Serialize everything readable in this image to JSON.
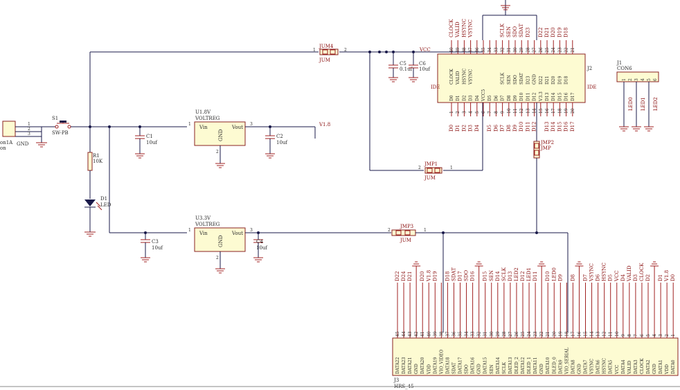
{
  "ide_top_labels": [
    "CLOCK",
    "VALID",
    "HSYNC",
    "VSYNC",
    "",
    "",
    "",
    "",
    "SCLK",
    "SEN",
    "SDO",
    "SDAT",
    "D23",
    "",
    "D22",
    "D21",
    "D20",
    "D19",
    "D18"
  ],
  "ide_top_numbers": [
    "40",
    "39",
    "38",
    "37",
    "36",
    "35",
    "34",
    "33",
    "32",
    "31",
    "30",
    "29",
    "28",
    "27",
    "26",
    "25",
    "24",
    "23",
    "22",
    "21"
  ],
  "ide_inner_top": [
    "CLOCK",
    "VALID",
    "HSYNC",
    "VSYNC",
    "",
    "",
    "",
    "",
    "SCLK",
    "SEN",
    "SDO",
    "SDAT",
    "D23",
    "GND",
    "D22",
    "D21",
    "D20",
    "D19",
    "D18"
  ],
  "ide_inner_bottom": [
    "D0",
    "D1",
    "D2",
    "D3",
    "D4",
    "VCC5",
    "D5",
    "D6",
    "D7",
    "D8",
    "D9",
    "D10",
    "D11",
    "D12",
    "V3.3",
    "D13",
    "D14",
    "D15",
    "D16",
    "D17"
  ],
  "ide_bottom_labels": [
    "D0",
    "D1",
    "D2",
    "D3",
    "D4",
    "",
    "D5",
    "D6",
    "D7",
    "D8",
    "D9",
    "D10",
    "D11",
    "D12",
    "",
    "D13",
    "D14",
    "D15",
    "D16",
    "D17"
  ],
  "ide_bottom_numbers": [
    "1",
    "2",
    "3",
    "4",
    "5",
    "6",
    "7",
    "8",
    "9",
    "10",
    "11",
    "12",
    "13",
    "14",
    "15",
    "16",
    "17",
    "18",
    "19",
    "20"
  ],
  "ide_side_left": "IDE",
  "ide_side_right": "IDE",
  "ide_ref": "J2",
  "j3_inner": [
    "DATA22",
    "DATA23",
    "DATA21",
    "GND",
    "DATA20",
    "VDD",
    "DATA19",
    "VIO_VIDEO",
    "DATA18",
    "SDAT",
    "DATA17",
    "SDO",
    "DATA16",
    "GND",
    "DATA15",
    "SEN",
    "DATA14",
    "SCLK",
    "DATA13",
    "DLED_2",
    "DATA12",
    "DLED_1",
    "DATA11",
    "GND",
    "DATA10",
    "DLED_0",
    "DATA9",
    "VIO_SERIAL",
    "DATA8",
    "GND",
    "DATA7",
    "VSYNC",
    "DATA6",
    "HSYNC",
    "DATA5",
    "VCC",
    "DATA4",
    "VALID",
    "DATA3",
    "CLOCK",
    "DATA2",
    "GND",
    "DATA1",
    "VDD",
    "DATA0"
  ],
  "j3_numbers": [
    "45",
    "44",
    "43",
    "42",
    "41",
    "40",
    "39",
    "38",
    "37",
    "36",
    "35",
    "34",
    "33",
    "32",
    "31",
    "30",
    "29",
    "28",
    "27",
    "26",
    "25",
    "24",
    "23",
    "22",
    "21",
    "20",
    "19",
    "18",
    "17",
    "16",
    "15",
    "14",
    "13",
    "12",
    "11",
    "10",
    "9",
    "8",
    "7",
    "6",
    "5",
    "4",
    "3",
    "2",
    "1"
  ],
  "j3_labels": [
    "D22",
    "D24",
    "D21",
    "",
    "D20",
    "V1.8",
    "D19",
    "",
    "D18",
    "SDAT",
    "D17",
    "SDO",
    "D16",
    "",
    "D15",
    "SEN",
    "D14",
    "SCLK",
    "D13",
    "LED2",
    "D12",
    "LED1",
    "D11",
    "",
    "D10",
    "LED0",
    "D9",
    "",
    "D8",
    "",
    "D7",
    "VSYNC",
    "D6",
    "HSYNC",
    "D5",
    "VCC",
    "D4",
    "VALID",
    "D3",
    "CLOCK",
    "D2",
    "",
    "D1",
    "V1.8",
    "D0"
  ],
  "j3_ref": "J3",
  "j3_name": "HRS_45",
  "u1": {
    "ref": "U1.8V",
    "name": "VOLTREG",
    "vin": "Vin",
    "vout": "Vout",
    "gnd": "GND",
    "pin1": "1",
    "pin2": "2",
    "pin3": "3"
  },
  "u3": {
    "ref": "U3.3V",
    "name": "VOLTREG",
    "vin": "Vin",
    "vout": "Vout",
    "gnd": "GND",
    "pin1": "1",
    "pin2": "2",
    "pin3": "3"
  },
  "s1": {
    "ref": "S1",
    "name": "SW-PB"
  },
  "r1": {
    "ref": "R1",
    "value": "10K"
  },
  "d1": {
    "ref": "D1",
    "value": "LED"
  },
  "c1": {
    "ref": "C1",
    "value": "10uf"
  },
  "c2": {
    "ref": "C2",
    "value": "10uf"
  },
  "c3": {
    "ref": "C3",
    "value": "10uf"
  },
  "c4": {
    "ref": "C4",
    "value": "10uf"
  },
  "c5": {
    "ref": "C5",
    "value": "0.1uf"
  },
  "c6": {
    "ref": "C6",
    "value": "10uf"
  },
  "jum4": {
    "ref": "JUM4",
    "name": "JUM",
    "p1": "1",
    "p2": "2"
  },
  "jmp1": {
    "ref": "JMP1",
    "name": "JUM",
    "p1": "1",
    "p2": "2"
  },
  "jmp2": {
    "ref": "JMP2",
    "name": "JMP"
  },
  "jmp3": {
    "ref": "JMP3",
    "name": "JUM",
    "p1": "1",
    "p2": "2"
  },
  "net_vcc": "VCC",
  "net_v18": "V1.8",
  "j1": {
    "ref": "J1",
    "name": "CON6",
    "pins": [
      "1",
      "2",
      "3",
      "4",
      "5",
      "6"
    ],
    "nets": [
      "LED0",
      "LED1",
      "LED2"
    ]
  },
  "power_conn": {
    "label1": "on1A",
    "label2": "on",
    "gnd": "GND",
    "pins": [
      "1",
      "2",
      "3"
    ]
  }
}
